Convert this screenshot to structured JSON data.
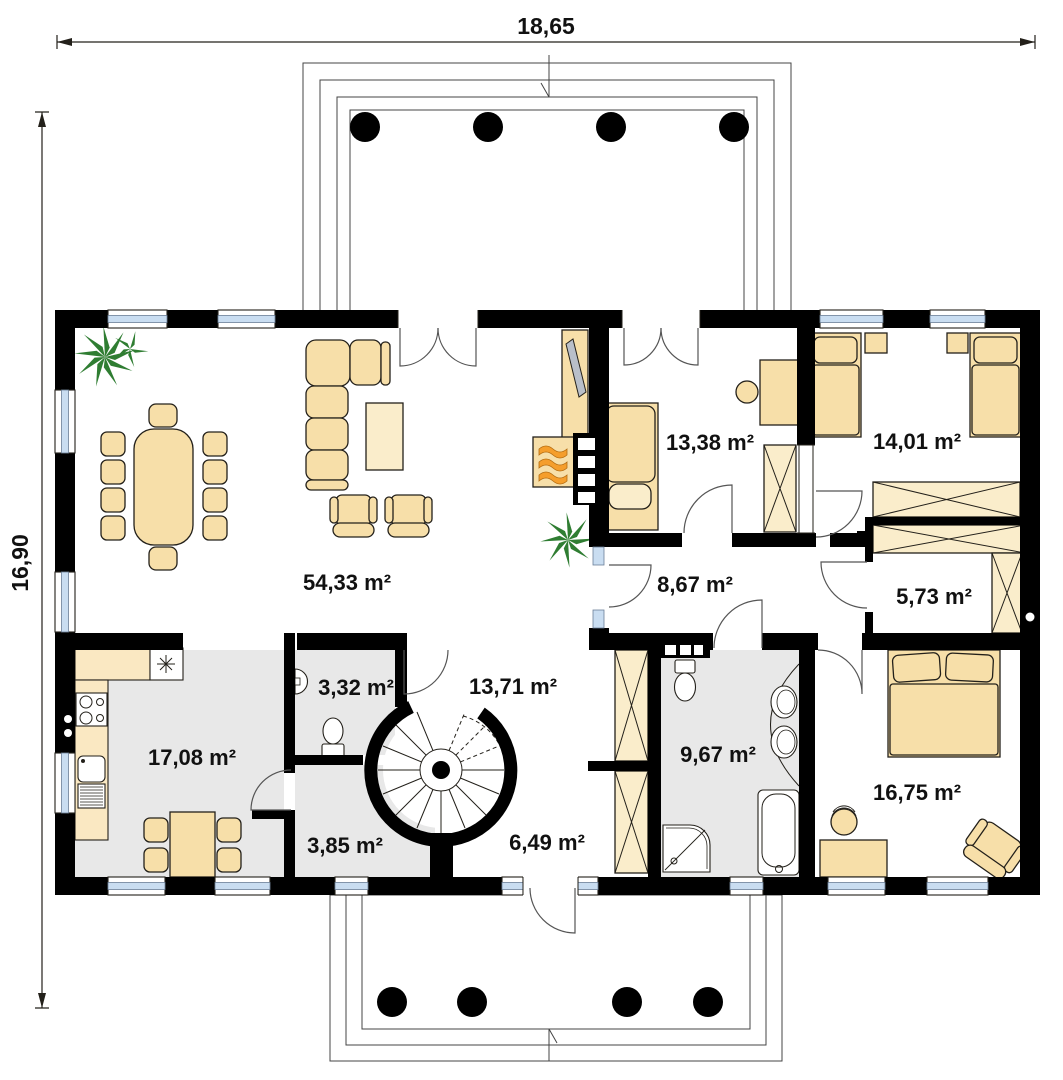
{
  "dimensions": {
    "width_label": "18,65",
    "height_label": "16,90"
  },
  "rooms": [
    {
      "id": "living-room",
      "area": "54,33 m²"
    },
    {
      "id": "bedroom-top-middle",
      "area": "13,38 m²"
    },
    {
      "id": "bedroom-top-right",
      "area": "14,01 m²"
    },
    {
      "id": "hall",
      "area": "8,67 m²"
    },
    {
      "id": "wardrobe-room",
      "area": "5,73 m²"
    },
    {
      "id": "wc",
      "area": "3,32 m²"
    },
    {
      "id": "stair-hall",
      "area": "13,71 m²"
    },
    {
      "id": "kitchen",
      "area": "17,08 m²"
    },
    {
      "id": "pantry",
      "area": "3,85 m²"
    },
    {
      "id": "corridor",
      "area": "6,49 m²"
    },
    {
      "id": "bathroom",
      "area": "9,67 m²"
    },
    {
      "id": "bedroom-main",
      "area": "16,75 m²"
    }
  ],
  "colors": {
    "wall": "#000000",
    "furniture": "#F7DFA9",
    "furniture_pale": "#FAEDCB",
    "floor_gray": "#E8E8E8",
    "window_glass": "#C9DDF1",
    "flame": "#F59E2C",
    "plant": "#2F7D32"
  }
}
